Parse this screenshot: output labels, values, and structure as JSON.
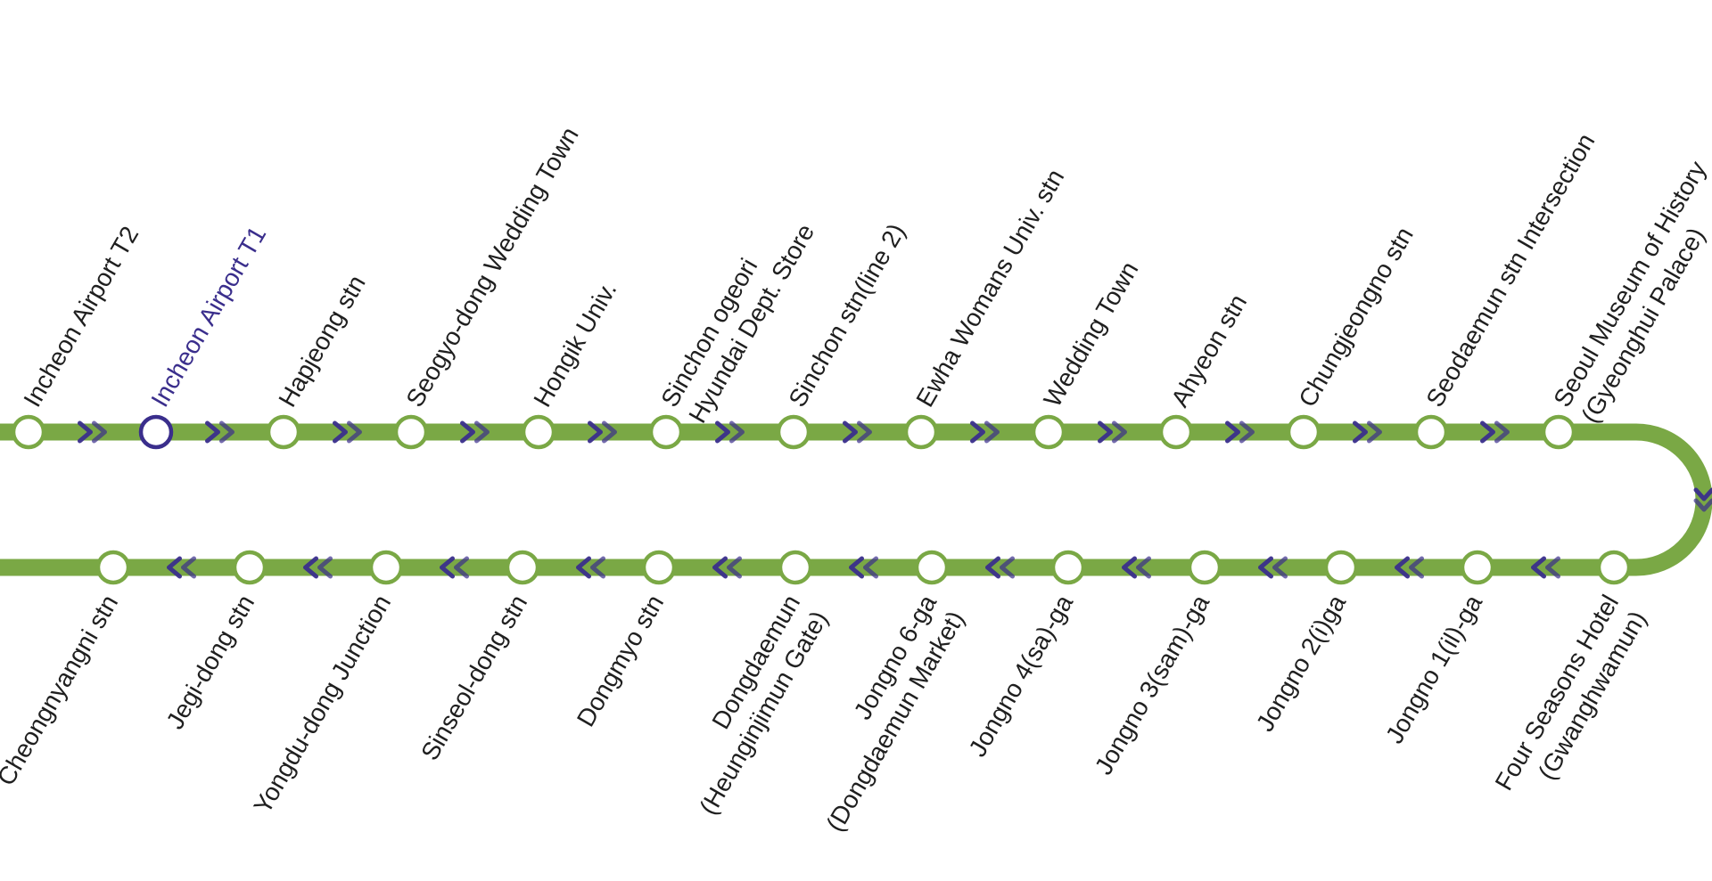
{
  "colors": {
    "line": "#7aa845",
    "chevron": "#3a2e8c",
    "current_stop": "#3a2e8c",
    "stop_fill": "#ffffff",
    "label": "#1f1f1f"
  },
  "current_station_index": 1,
  "upper_stations": [
    {
      "lines": [
        "Incheon Airport T2"
      ]
    },
    {
      "lines": [
        "Incheon Airport T1"
      ]
    },
    {
      "lines": [
        "Hapjeong stn"
      ]
    },
    {
      "lines": [
        "Seogyo-dong Wedding Town"
      ]
    },
    {
      "lines": [
        "Hongik Univ."
      ]
    },
    {
      "lines": [
        "Sinchon ogeori",
        "Hyundai Dept. Store"
      ]
    },
    {
      "lines": [
        "Sinchon stn(line 2)"
      ]
    },
    {
      "lines": [
        "Ewha Womans Univ. stn"
      ]
    },
    {
      "lines": [
        "Wedding Town"
      ]
    },
    {
      "lines": [
        "Ahyeon stn"
      ]
    },
    {
      "lines": [
        "Chungjeongno stn"
      ]
    },
    {
      "lines": [
        "Seodaemun stn Intersection"
      ]
    },
    {
      "lines": [
        "Seoul Museum of History",
        "(Gyeonghui Palace)"
      ]
    }
  ],
  "lower_stations": [
    {
      "lines": [
        "Cheongnyangni stn"
      ]
    },
    {
      "lines": [
        "Jegi-dong stn"
      ]
    },
    {
      "lines": [
        "Yongdu-dong Junction"
      ]
    },
    {
      "lines": [
        "Sinseol-dong stn"
      ]
    },
    {
      "lines": [
        "Dongmyo stn"
      ]
    },
    {
      "lines": [
        "Dongdaemun",
        "(Heunginjimun Gate)"
      ]
    },
    {
      "lines": [
        "Jongno 6-ga",
        "(Dongdaemun Market)"
      ]
    },
    {
      "lines": [
        "Jongno 4(sa)-ga"
      ]
    },
    {
      "lines": [
        "Jongno 3(sam)-ga"
      ]
    },
    {
      "lines": [
        "Jongno 2(i)ga"
      ]
    },
    {
      "lines": [
        "Jongno 1(il)-ga"
      ]
    },
    {
      "lines": [
        "Four Seasons Hotel",
        "(Gwanghwamun)"
      ]
    }
  ]
}
